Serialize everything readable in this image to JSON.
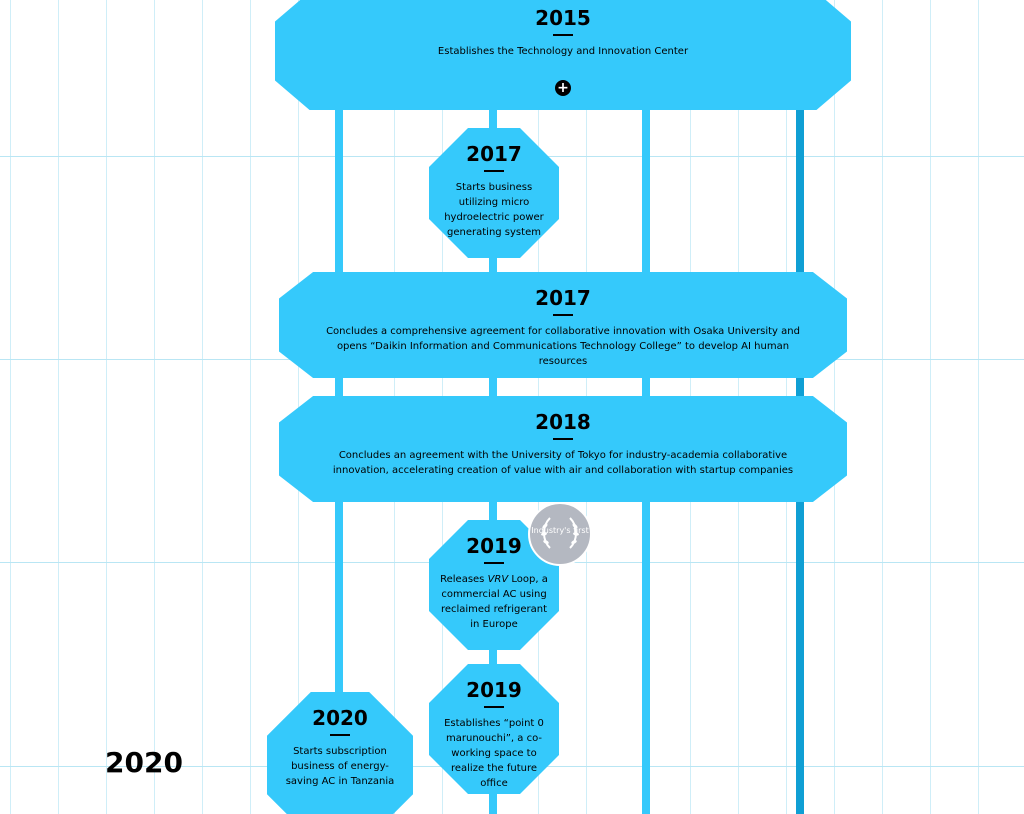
{
  "colors": {
    "accent": "#35c9fb",
    "accent_dark": "#0f9fd4",
    "grid": "#cfeef8",
    "badge": "#b4b8c1"
  },
  "events": [
    {
      "year": "2015",
      "text": "Establishes the Technology and Innovation Center"
    },
    {
      "year": "2017",
      "text": "Starts business utilizing micro hydroelectric power generating system"
    },
    {
      "year": "2017",
      "text": "Concludes a comprehensive agreement for collaborative innovation with Osaka University and opens “Daikin Information and Communications Technology College” to develop AI human resources"
    },
    {
      "year": "2018",
      "text": "Concludes an agreement with the University of Tokyo for industry-academia collaborative innovation, accelerating creation of value with air and collaboration with startup companies"
    },
    {
      "year": "2019",
      "text_before": "Releases ",
      "text_italic": "VRV",
      "text_after": " Loop, a commercial AC using reclaimed refrigerant in Europe"
    },
    {
      "year": "2019",
      "text": "Establishes “point 0 marunouchi”, a co-working space to realize the future office"
    },
    {
      "year": "2020",
      "text": "Starts subscription business of energy-saving AC in Tanzania"
    }
  ],
  "badge": {
    "label": "Industry's first"
  },
  "expand_icon": "plus-icon",
  "side_year": "2020"
}
